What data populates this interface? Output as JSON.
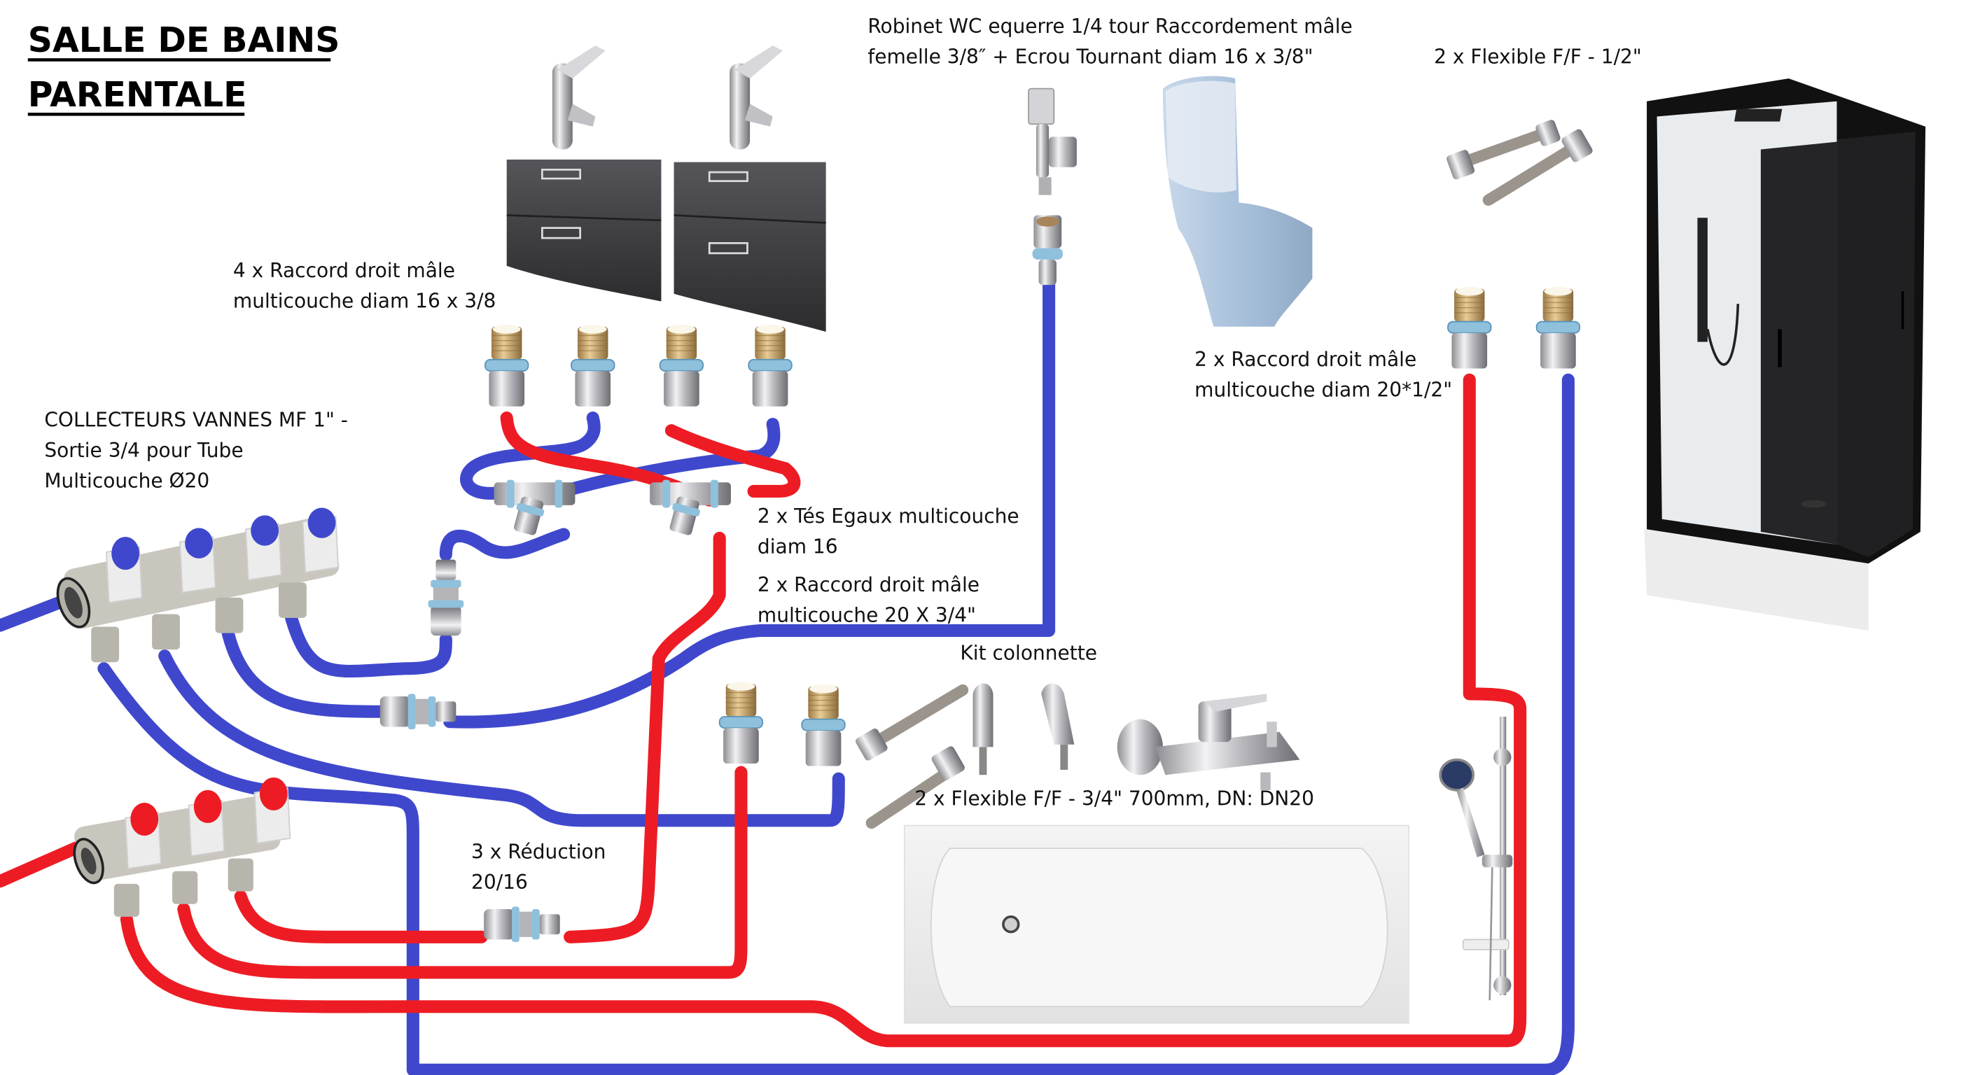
{
  "title": {
    "line1": "SALLE DE BAINS",
    "line2": "PARENTALE"
  },
  "colors": {
    "cold_pipe": "#3f48cc",
    "hot_pipe": "#ed1c24",
    "fitting_ring": "#7fb6d6",
    "brass": "#c9a266",
    "chrome": "#c8c8cc",
    "vanity": "#3a3a3c",
    "wc": "#aac2dc"
  },
  "labels": {
    "collecteurs": [
      "COLLECTEURS VANNES MF 1\" -",
      "Sortie 3/4 pour Tube",
      "Multicouche Ø20"
    ],
    "raccord_16": [
      "4 x Raccord droit mâle",
      "multicouche diam 16 x 3/8"
    ],
    "robinet_wc": [
      "Robinet WC equerre 1/4 tour Raccordement mâle",
      "femelle 3/8″ + Ecrou Tournant diam 16 x 3/8\""
    ],
    "flexible_half": [
      "2 x Flexible F/F - 1/2\""
    ],
    "raccord_20_half": [
      "2 x Raccord droit mâle",
      "multicouche diam 20*1/2\""
    ],
    "tes_egaux": [
      "2 x Tés Egaux multicouche",
      " diam 16"
    ],
    "raccord_20_34": [
      "2 x Raccord droit mâle",
      "multicouche 20 X 3/4\""
    ],
    "kit_colonnette": [
      "Kit colonnette"
    ],
    "flexible_34": [
      "2 x Flexible F/F - 3/4\" 700mm, DN: DN20"
    ],
    "reduction": [
      "3  x Réduction",
      "20/16"
    ]
  },
  "components": {
    "manifold_cold": {
      "name": "Collecteur eau froide",
      "valves": 4
    },
    "manifold_hot": {
      "name": "Collecteur eau chaude",
      "valves": 3
    },
    "basin_taps": 2,
    "vanity_units": 2,
    "raccords_16_count": 4,
    "tees_count": 2,
    "reductions_count": 3
  }
}
